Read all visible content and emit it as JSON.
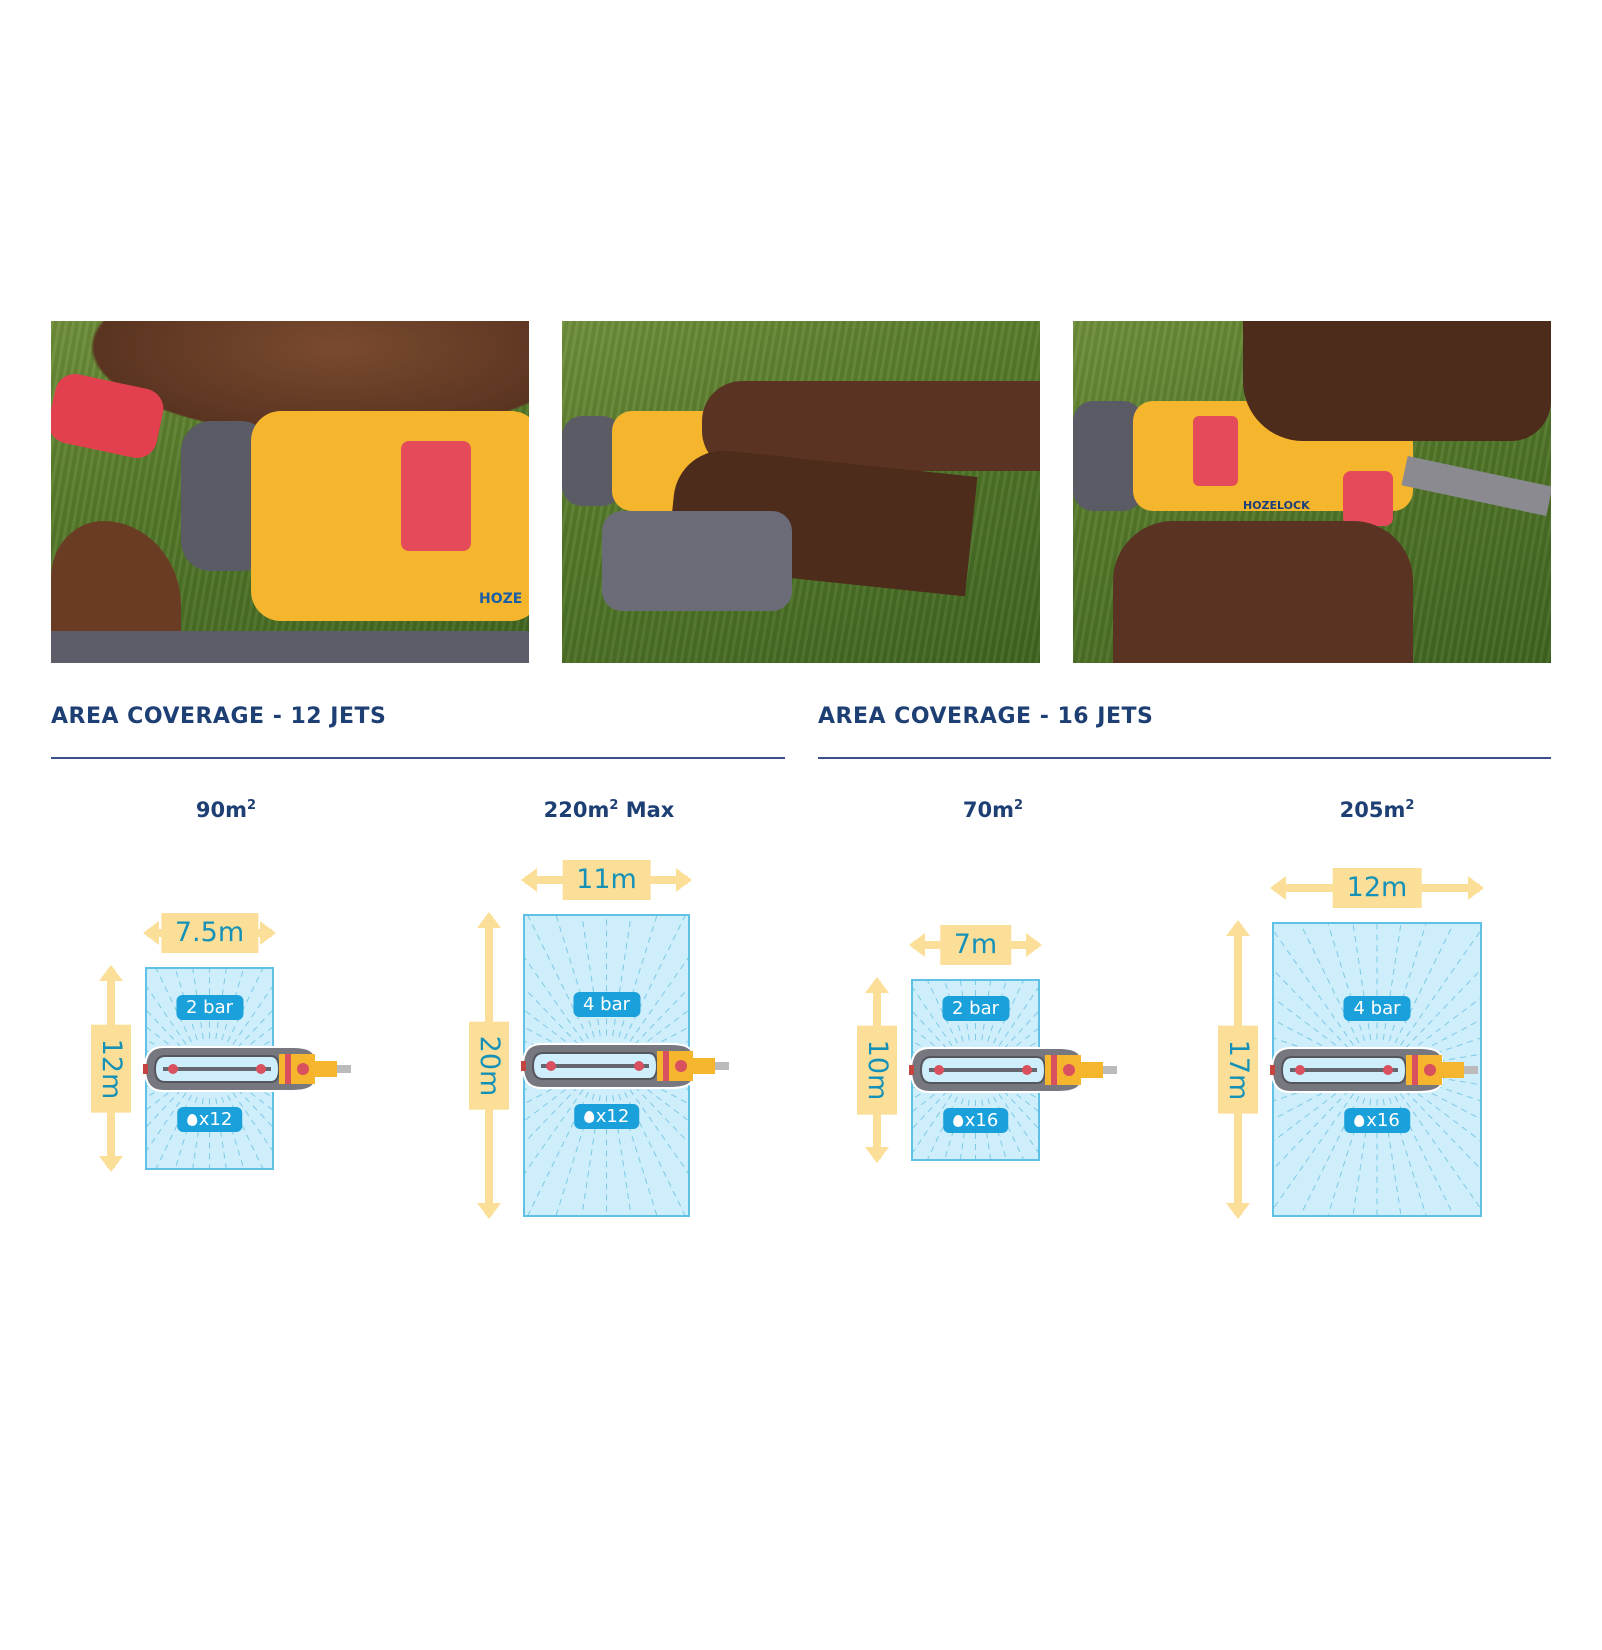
{
  "photos": [
    {
      "name": "photo-attach-hose-connector",
      "brand_text": "HOZE"
    },
    {
      "name": "photo-adjust-dial"
    },
    {
      "name": "photo-turn-tap-on-sprinkler",
      "brand_text": "HOZELOCK"
    }
  ],
  "sections": [
    {
      "title": "AREA COVERAGE - 12 JETS",
      "diagrams": [
        {
          "area": "90m",
          "area_sup": "2",
          "area_suffix": "",
          "width": "7.5m",
          "length": "12m",
          "pressure": "2 bar",
          "jets": "x12"
        },
        {
          "area": "220m",
          "area_sup": "2",
          "area_suffix": " Max",
          "width": "11m",
          "length": "20m",
          "pressure": "4 bar",
          "jets": "x12"
        }
      ]
    },
    {
      "title": "AREA COVERAGE - 16 JETS",
      "diagrams": [
        {
          "area": "70m",
          "area_sup": "2",
          "area_suffix": "",
          "width": "7m",
          "length": "10m",
          "pressure": "2 bar",
          "jets": "x16"
        },
        {
          "area": "205m",
          "area_sup": "2",
          "area_suffix": "",
          "width": "12m",
          "length": "17m",
          "pressure": "4 bar",
          "jets": "x16"
        }
      ]
    }
  ],
  "colors": {
    "title": "#1d3f73",
    "coverage_fill": "#cdeefa",
    "badge": "#1aa0da",
    "dimension": "#fbdf99"
  }
}
